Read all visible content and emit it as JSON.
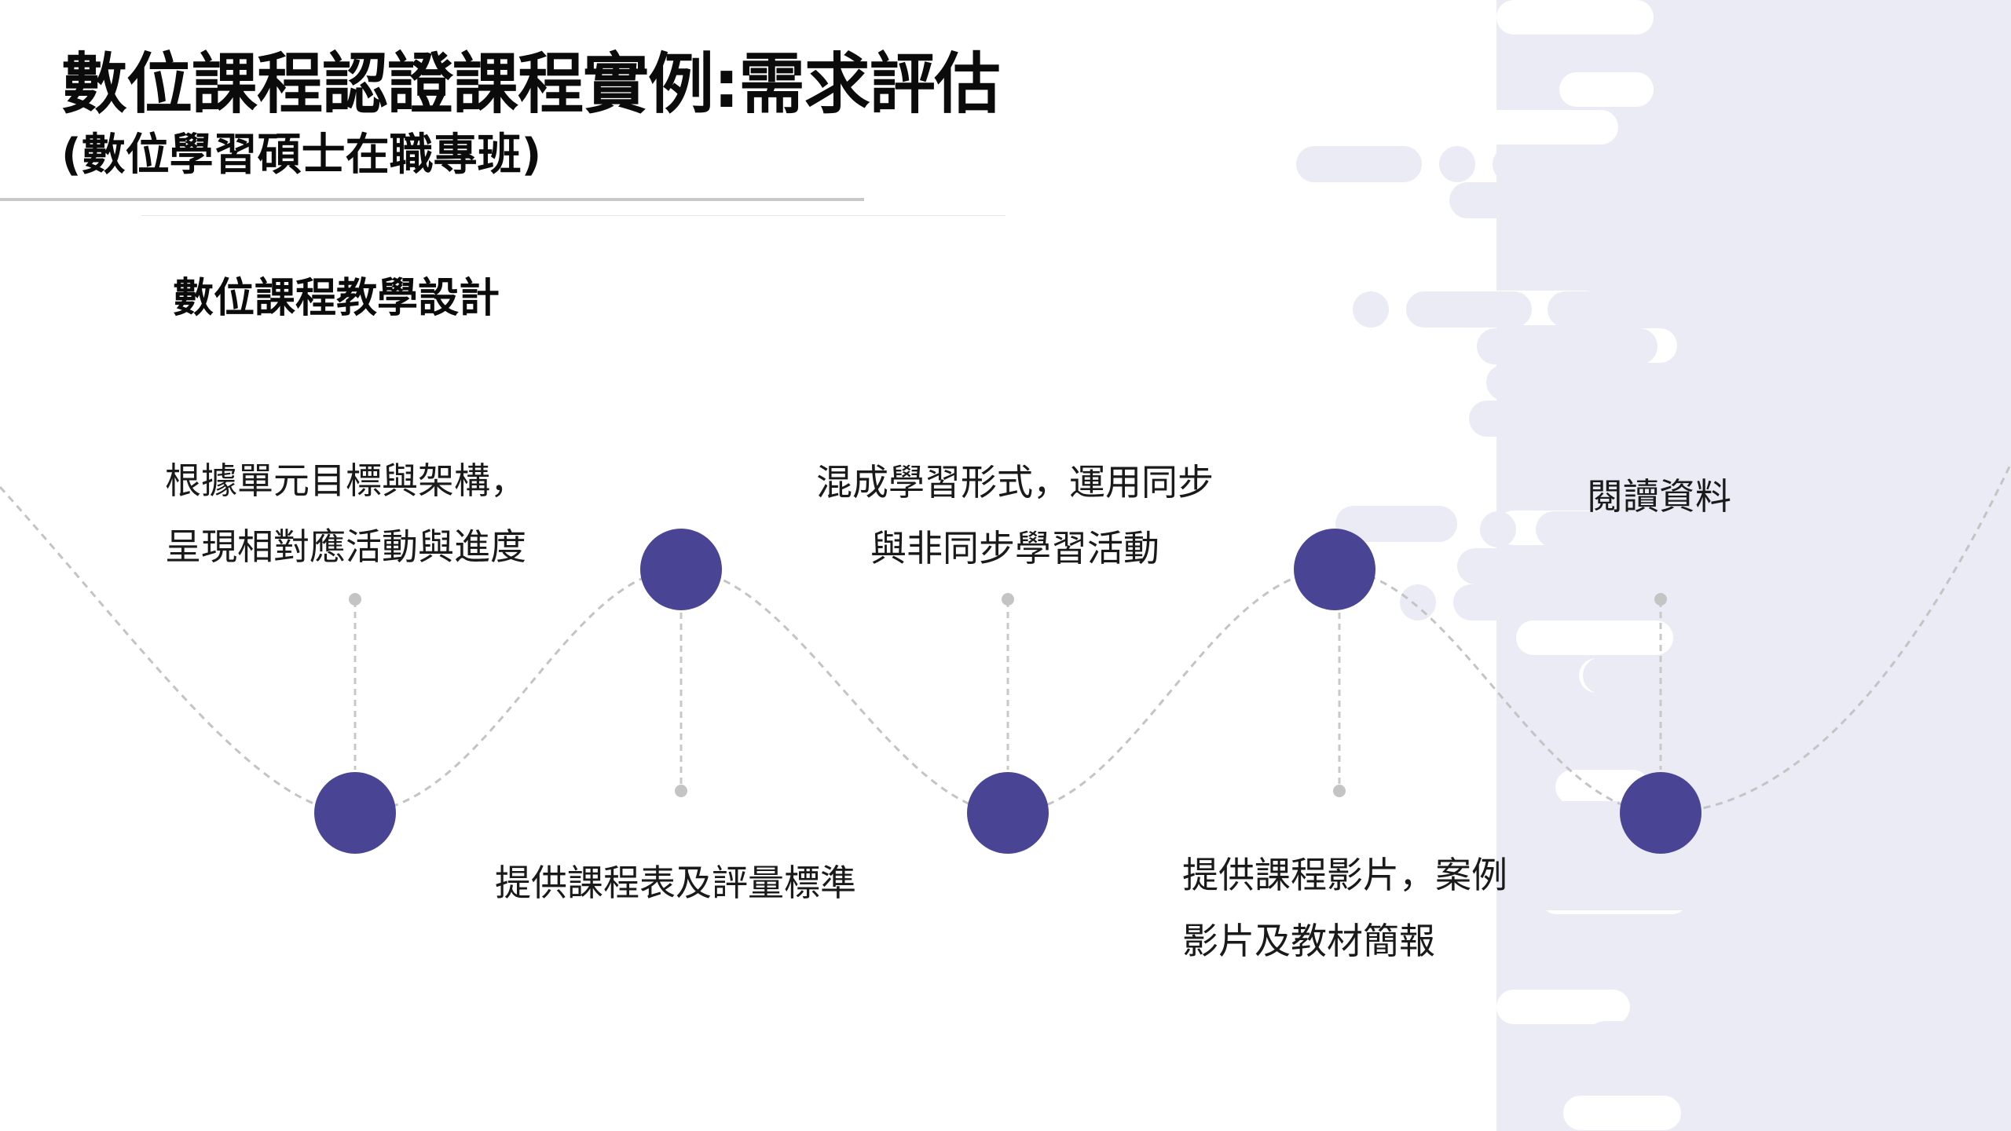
{
  "slide": {
    "title": "數位課程認證課程實例:需求評估",
    "subtitle": "(數位學習碩士在職專班)",
    "section_title": "數位課程教學設計"
  },
  "timeline": {
    "accent_color": "#4a4495",
    "connector_color": "#c0c0c0",
    "steps": [
      {
        "lines": [
          "根據單元目標與架構，",
          "呈現相對應活動與進度"
        ],
        "position": "bottom"
      },
      {
        "lines": [
          "提供課程表及評量標準"
        ],
        "position": "top"
      },
      {
        "lines": [
          "混成學習形式，運用同步",
          "與非同步學習活動"
        ],
        "position": "bottom"
      },
      {
        "lines": [
          "提供課程影片，案例",
          "影片及教材簡報"
        ],
        "position": "top"
      },
      {
        "lines": [
          "閱讀資料"
        ],
        "position": "bottom"
      }
    ]
  },
  "decoration": {
    "color": "#ebebf5"
  }
}
